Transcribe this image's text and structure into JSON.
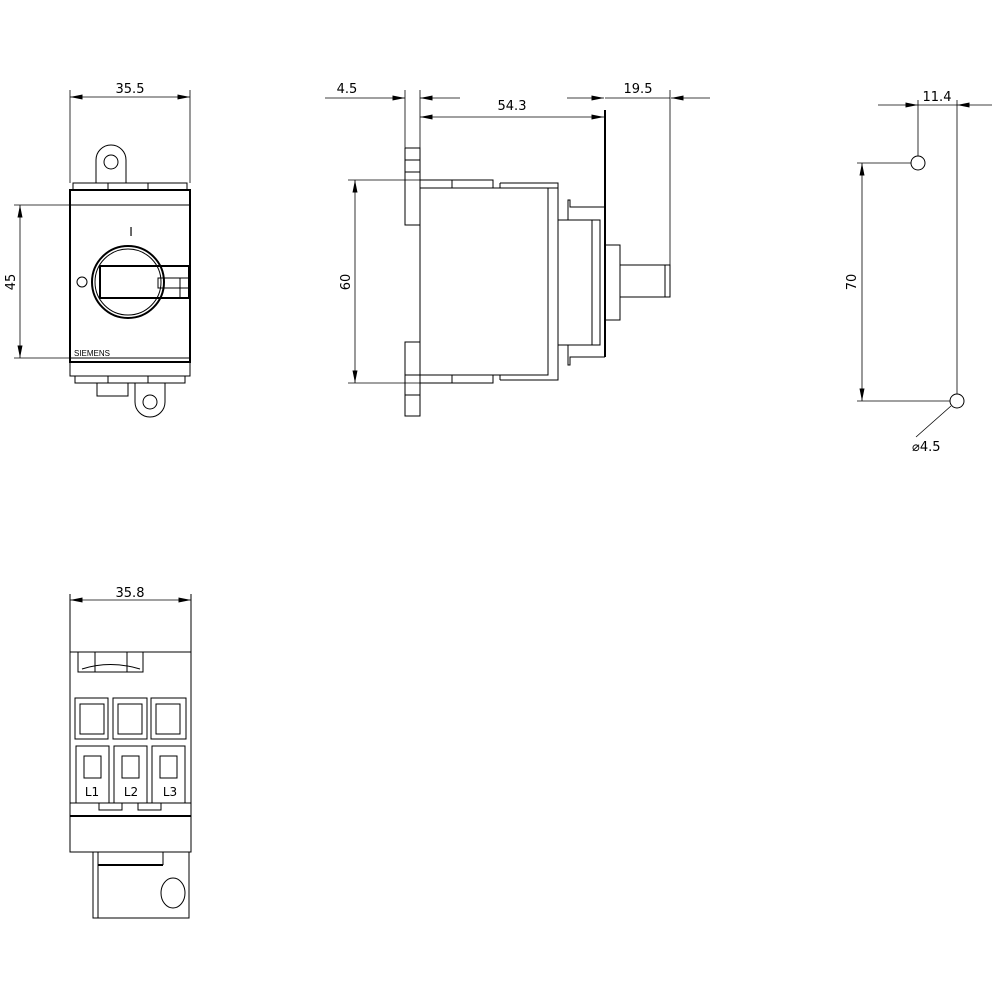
{
  "front_view": {
    "width_dim": "35.5",
    "height_dim": "45",
    "on_mark": "I",
    "brand": "SIEMENS"
  },
  "side_view": {
    "rail_dim": "4.5",
    "depth_dim": "54.3",
    "shaft_dim": "19.5",
    "height_dim": "60"
  },
  "drill_view": {
    "horizontal_dim": "11.4",
    "vertical_dim": "70",
    "hole_dim": "⌀4.5"
  },
  "bottom_view": {
    "width_dim": "35.8",
    "terminals": [
      "L1",
      "L2",
      "L3"
    ]
  },
  "colors": {
    "line": "#000000",
    "background": "#ffffff"
  }
}
